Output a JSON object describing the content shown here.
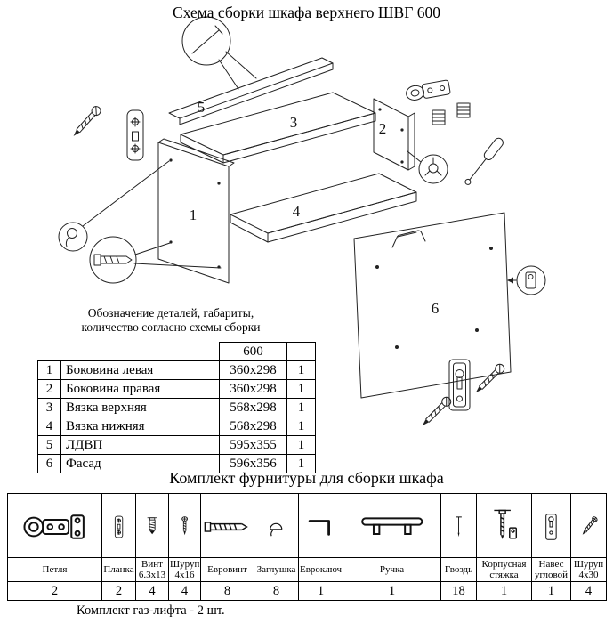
{
  "page": {
    "title": "Схема сборки шкафа верхнего ШВГ 600",
    "note_line1": "Обозначение деталей, габариты,",
    "note_line2": "количество согласно схемы сборки",
    "hardware_title": "Комплект фурнитуры для сборки шкафа",
    "footer": "Комплект газ-лифта - 2 шт."
  },
  "diagram": {
    "part_labels": [
      "1",
      "2",
      "3",
      "4",
      "5",
      "6"
    ]
  },
  "parts_table": {
    "size_header": "600",
    "rows": [
      {
        "num": "1",
        "name": "Боковина левая",
        "size": "360x298",
        "qty": "1"
      },
      {
        "num": "2",
        "name": "Боковина правая",
        "size": "360x298",
        "qty": "1"
      },
      {
        "num": "3",
        "name": "Вязка верхняя",
        "size": "568x298",
        "qty": "1"
      },
      {
        "num": "4",
        "name": "Вязка нижняя",
        "size": "568x298",
        "qty": "1"
      },
      {
        "num": "5",
        "name": "ЛДВП",
        "size": "595x355",
        "qty": "1"
      },
      {
        "num": "6",
        "name": "Фасад",
        "size": "596x356",
        "qty": "1"
      }
    ]
  },
  "hardware": {
    "items": [
      {
        "name": "Петля",
        "qty": "2",
        "icon": "hinge-icon"
      },
      {
        "name": "Планка",
        "qty": "2",
        "icon": "plate-icon"
      },
      {
        "name": "Винт 6.3x13",
        "qty": "4",
        "icon": "short-screw-icon"
      },
      {
        "name": "Шуруп 4x16",
        "qty": "4",
        "icon": "screw-vertical-icon"
      },
      {
        "name": "Евровинт",
        "qty": "8",
        "icon": "confirmat-icon"
      },
      {
        "name": "Заглушка",
        "qty": "8",
        "icon": "cap-icon"
      },
      {
        "name": "Евроключ",
        "qty": "1",
        "icon": "hex-key-icon"
      },
      {
        "name": "Ручка",
        "qty": "1",
        "icon": "handle-icon"
      },
      {
        "name": "Гвоздь",
        "qty": "18",
        "icon": "nail-icon"
      },
      {
        "name": "Корпусная стяжка",
        "qty": "1",
        "icon": "cam-bolt-icon"
      },
      {
        "name": "Навес угловой",
        "qty": "1",
        "icon": "hanger-icon"
      },
      {
        "name": "Шуруп 4x30",
        "qty": "4",
        "icon": "diagonal-screw-icon"
      }
    ]
  }
}
